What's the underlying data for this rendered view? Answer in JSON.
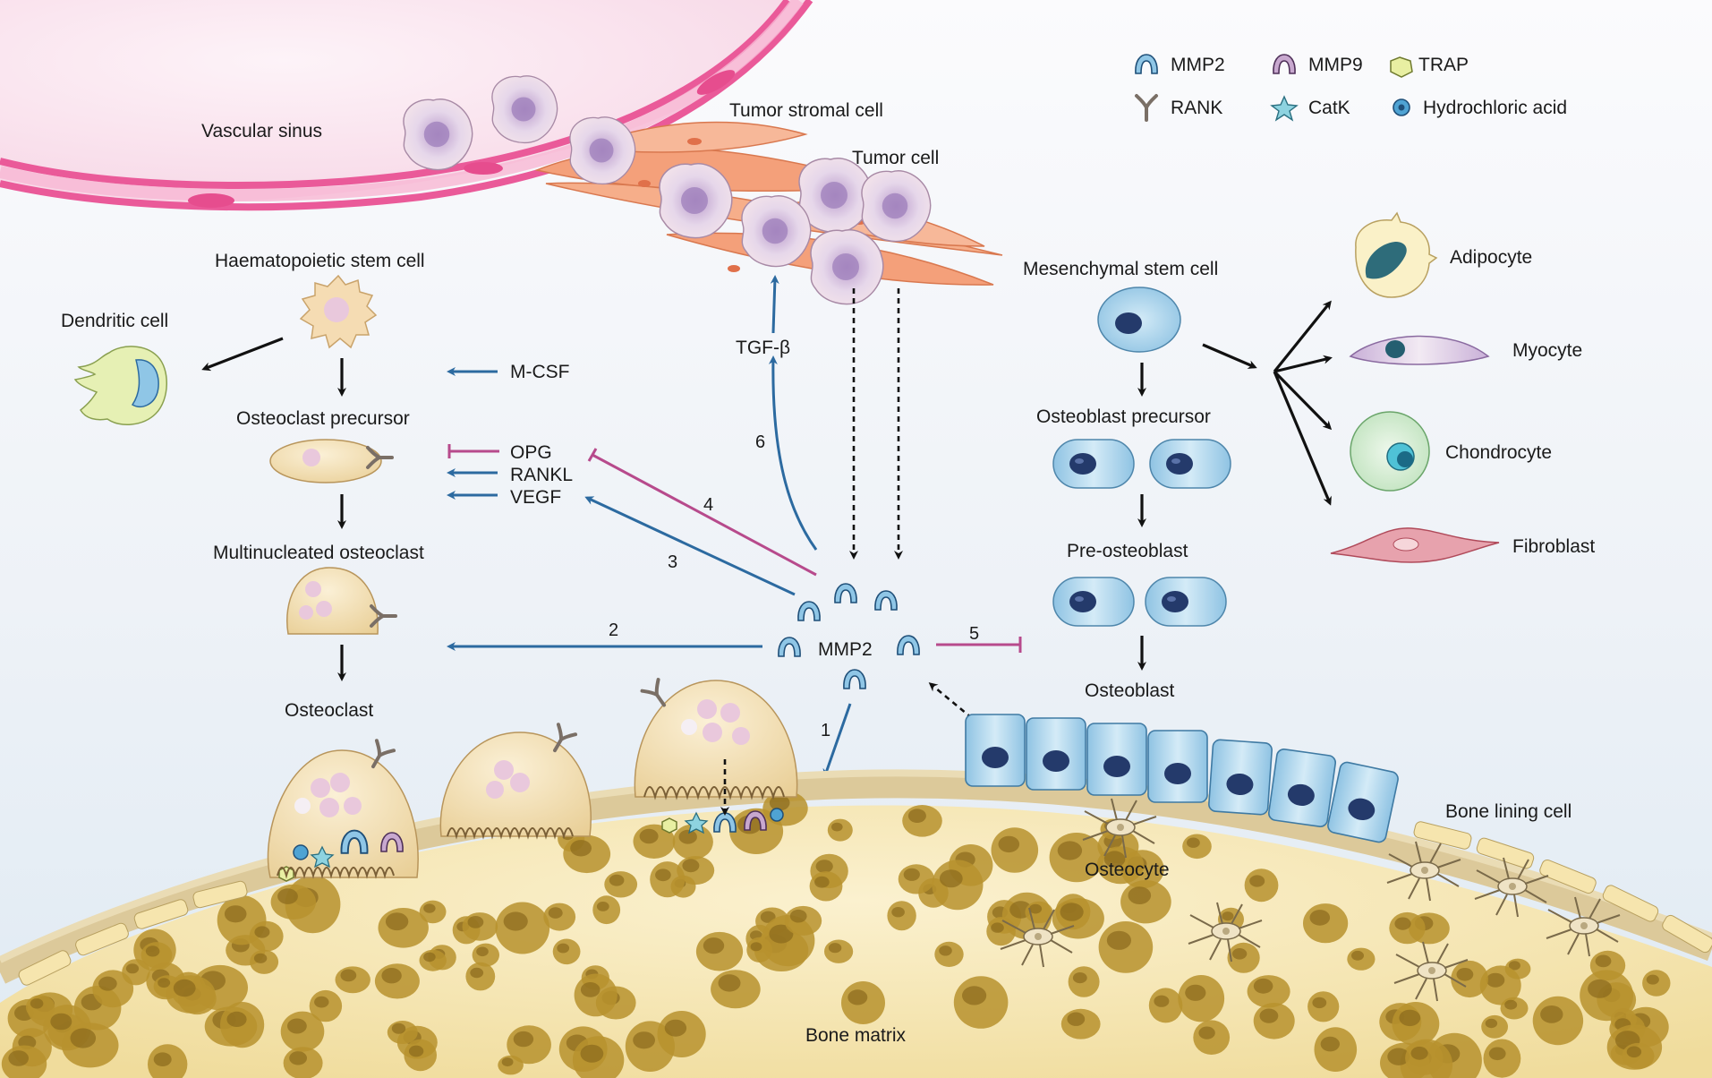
{
  "labels": {
    "vascular_sinus": "Vascular sinus",
    "tumor_stromal_cell": "Tumor stromal cell",
    "tumor_cell": "Tumor cell",
    "haematopoietic_stem_cell": "Haematopoietic stem cell",
    "dendritic_cell": "Dendritic cell",
    "osteoclast_precursor": "Osteoclast precursor",
    "multinucleated_osteoclast": "Multinucleated osteoclast",
    "osteoclast": "Osteoclast",
    "m_csf": "M-CSF",
    "opg": "OPG",
    "rankl": "RANKL",
    "vegf": "VEGF",
    "tgf_beta": "TGF-β",
    "mmp2_center": "MMP2",
    "mesenchymal_stem_cell": "Mesenchymal stem cell",
    "osteoblast_precursor": "Osteoblast precursor",
    "pre_osteoblast": "Pre-osteoblast",
    "osteoblast": "Osteoblast",
    "bone_lining_cell": "Bone lining cell",
    "osteocyte": "Osteocyte",
    "bone_matrix": "Bone matrix",
    "adipocyte": "Adipocyte",
    "myocyte": "Myocyte",
    "chondrocyte": "Chondrocyte",
    "fibroblast": "Fibroblast"
  },
  "pathway_numbers": [
    "1",
    "2",
    "3",
    "4",
    "5",
    "6"
  ],
  "legend": [
    {
      "label": "MMP2",
      "icon": "mmp2-icon"
    },
    {
      "label": "MMP9",
      "icon": "mmp9-icon"
    },
    {
      "label": "TRAP",
      "icon": "trap-icon"
    },
    {
      "label": "RANK",
      "icon": "rank-icon"
    },
    {
      "label": "CatK",
      "icon": "catk-icon"
    },
    {
      "label": "Hydrochloric acid",
      "icon": "hydrochloric-acid-icon"
    }
  ],
  "colors": {
    "activation_arrow": "#2c6aa0",
    "inhibition_arrow": "#b74a8c",
    "bone_matrix": "#f3e3a6",
    "osteoblast_cell": "#a9d2ea",
    "osteoclast_cell": "#f2dcae",
    "vascular_sinus": "#f4a8c8",
    "tumor_stroma": "#f4a07a"
  }
}
